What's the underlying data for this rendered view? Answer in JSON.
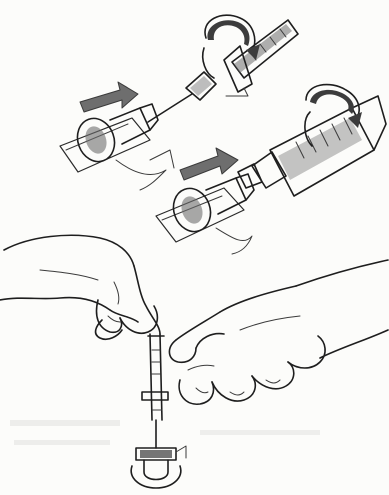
{
  "figure": {
    "panels": [
      {
        "id": "connect-needle-to-transfer-device",
        "icon": "needle-transfer-device-icon"
      },
      {
        "id": "connect-syringe-to-transfer-device",
        "icon": "syringe-transfer-device-icon"
      },
      {
        "id": "hands-hold-syringe-into-vial",
        "icon": "hands-syringe-vial-icon"
      }
    ],
    "colors": {
      "ink": "#2a2a2a",
      "shade": "#6e6e6e",
      "background": "#fcfcfa"
    }
  }
}
